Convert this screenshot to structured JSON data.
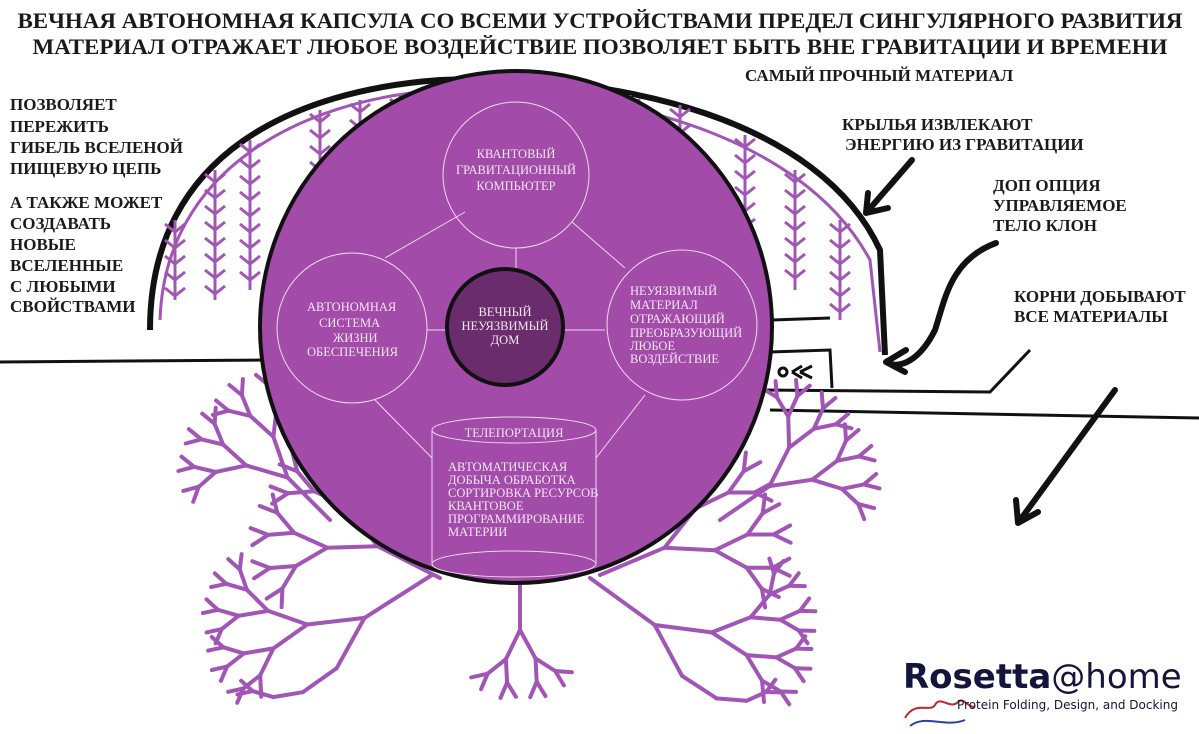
{
  "title": {
    "line1": "ВЕЧНАЯ АВТОНОМНАЯ КАПСУЛА СО ВСЕМИ УСТРОЙСТВАМИ ПРЕДЕЛ СИНГУЛЯРНОГО РАЗВИТИЯ",
    "line2": "МАТЕРИАЛ ОТРАЖАЕТ ЛЮБОЕ ВОЗДЕЙСТВИЕ ПОЗВОЛЯЕТ БЫТЬ ВНЕ ГРАВИТАЦИИ И ВРЕМЕНИ"
  },
  "left_notes": {
    "survive": [
      "ПОЗВОЛЯЕТ",
      "ПЕРЕЖИТЬ",
      "ГИБЕЛЬ ВСЕЛЕНОЙ",
      "ПИЩЕВУЮ ЦЕПЬ"
    ],
    "create": [
      "А ТАКЖЕ МОЖЕТ",
      "СОЗДАВАТЬ",
      "НОВЫЕ",
      "ВСЕЛЕННЫЕ",
      "С ЛЮБЫМИ",
      "СВОЙСТВАМИ"
    ]
  },
  "right_notes": {
    "material": "САМЫЙ ПРОЧНЫЙ МАТЕРИАЛ",
    "wings": [
      "КРЫЛЬЯ ИЗВЛЕКАЮТ",
      "ЭНЕРГИЮ ИЗ ГРАВИТАЦИИ"
    ],
    "clone": [
      "ДОП ОПЦИЯ",
      "УПРАВЛЯЕМОЕ",
      "ТЕЛО КЛОН"
    ],
    "roots": [
      "КОРНИ ДОБЫВАЮТ",
      "ВСЕ МАТЕРИАЛЫ"
    ]
  },
  "capsule": {
    "center": [
      "ВЕЧНЫЙ",
      "НЕУЯЗВИМЫЙ",
      "ДОМ"
    ],
    "top": [
      "КВАНТОВЫЙ",
      "ГРАВИТАЦИОННЫЙ",
      "КОМПЬЮТЕР"
    ],
    "left": [
      "АВТОНОМНАЯ",
      "СИСТЕМА",
      "ЖИЗНИ",
      "ОБЕСПЕЧЕНИЯ"
    ],
    "right": [
      "НЕУЯЗВИМЫЙ",
      "МАТЕРИАЛ",
      "ОТРАЖАЮЩИЙ",
      "ПРЕОБРАЗУЮЩИЙ",
      "ЛЮБОЕ",
      "ВОЗДЕЙСТВИЕ"
    ],
    "cylinder_title": "ТЕЛЕПОРТАЦИЯ",
    "cylinder": [
      "АВТОМАТИЧЕСКАЯ",
      "ДОБЫЧА ОБРАБОТКА",
      "СОРТИРОВКА РЕСУРСОВ",
      "КВАНТОВОЕ",
      "ПРОГРАММИРОВАНИЕ",
      "МАТЕРИИ"
    ]
  },
  "logo": {
    "name": "Rosetta",
    "suffix": "@home",
    "tagline": "Protein Folding, Design, and Docking"
  },
  "colors": {
    "capsule": "#a24ba8",
    "core": "#6a2c6c",
    "roots": "#a155b4",
    "ink": "#111111"
  }
}
